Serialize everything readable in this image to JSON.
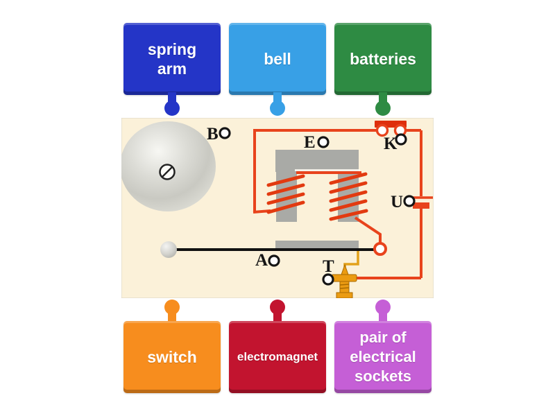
{
  "colors": {
    "page-bg": "#ffffff",
    "panel": "#fbf1d9",
    "panel-border": "#d8d2c2",
    "wire": "#e8431c",
    "coil": "#e23a10",
    "switch-bar": "#de2f0c",
    "yellow-wire": "#e2a11b",
    "core": "#a9aaa6",
    "label-ink": "#151515",
    "screw": "#eb9b12",
    "screw-dark": "#a96a00"
  },
  "cards": {
    "top": [
      {
        "label": "spring arm",
        "color": "#2435c7"
      },
      {
        "label": "bell",
        "color": "#38a0e6"
      },
      {
        "label": "batteries",
        "color": "#2e8b43"
      }
    ],
    "bottom": [
      {
        "label": "switch",
        "color": "#f78d1e"
      },
      {
        "label": "electromagnet",
        "color": "#c2142f"
      },
      {
        "label": "pair of electrical sockets",
        "color": "#c55fd6"
      }
    ]
  },
  "diagram": {
    "labels": {
      "b": "B",
      "e": "E",
      "k": "K",
      "u": "U",
      "a": "A",
      "t": "T"
    }
  }
}
